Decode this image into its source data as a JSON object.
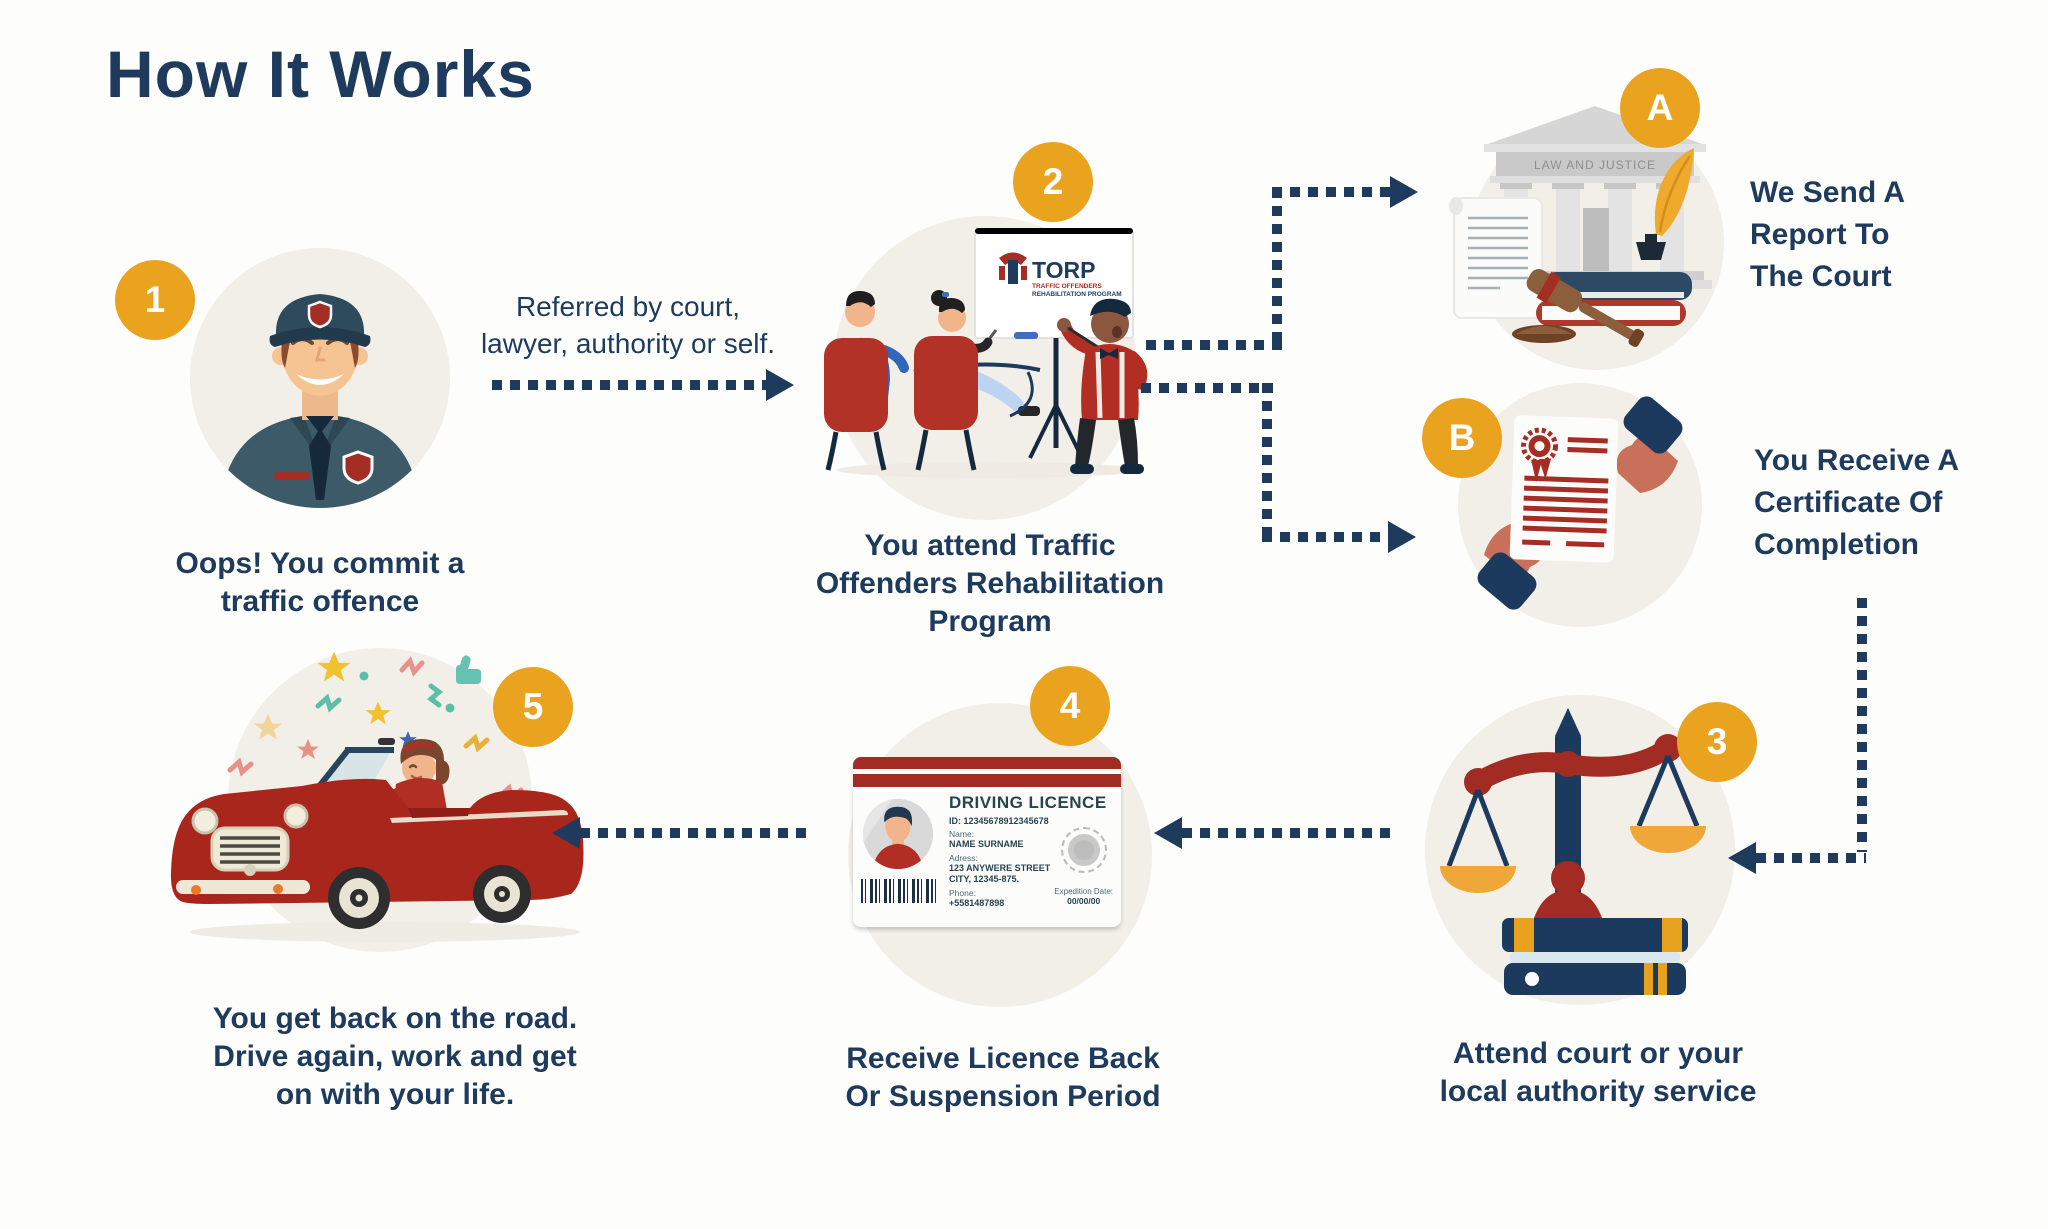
{
  "title": "How It Works",
  "referral_note": "Referred by court,\nlawyer, authority or self.",
  "steps": {
    "s1": {
      "badge": "1",
      "caption": "Oops! You commit a\ntraffic offence"
    },
    "s2": {
      "badge": "2",
      "caption": "You attend Traffic\nOffenders Rehabilitation\nProgram"
    },
    "sA": {
      "badge": "A",
      "caption": "We Send A\nReport To\nThe Court"
    },
    "sB": {
      "badge": "B",
      "caption": "You Receive A\nCertificate Of\nCompletion"
    },
    "s3": {
      "badge": "3",
      "caption": "Attend court or your\nlocal authority service"
    },
    "s4": {
      "badge": "4",
      "caption": "Receive Licence Back\nOr Suspension Period"
    },
    "s5": {
      "badge": "5",
      "caption": "You get back on the road.\nDrive again, work and get\non with your life."
    }
  },
  "classroom": {
    "logo": "TORP",
    "logo_sub1": "TRAFFIC OFFENDERS",
    "logo_sub2": "REHABILITATION PROGRAM"
  },
  "court": {
    "sign": "LAW AND JUSTICE"
  },
  "licence": {
    "title": "DRIVING LICENCE",
    "id": "ID: 12345678912345678",
    "name_label": "Name:",
    "name": "NAME SURNAME",
    "address_label": "Adress:",
    "address_line1": "123 ANYWERE STREET",
    "address_line2": "CITY, 12345-875.",
    "phone_label": "Phone:",
    "phone": "+5581487898",
    "expedition_label": "Expedition Date:",
    "expedition_value": "00/00/00"
  },
  "colors": {
    "navy": "#1E3A5C",
    "orange": "#E9A31F",
    "beige": "#F2EFE9",
    "red": "#A42D24"
  }
}
